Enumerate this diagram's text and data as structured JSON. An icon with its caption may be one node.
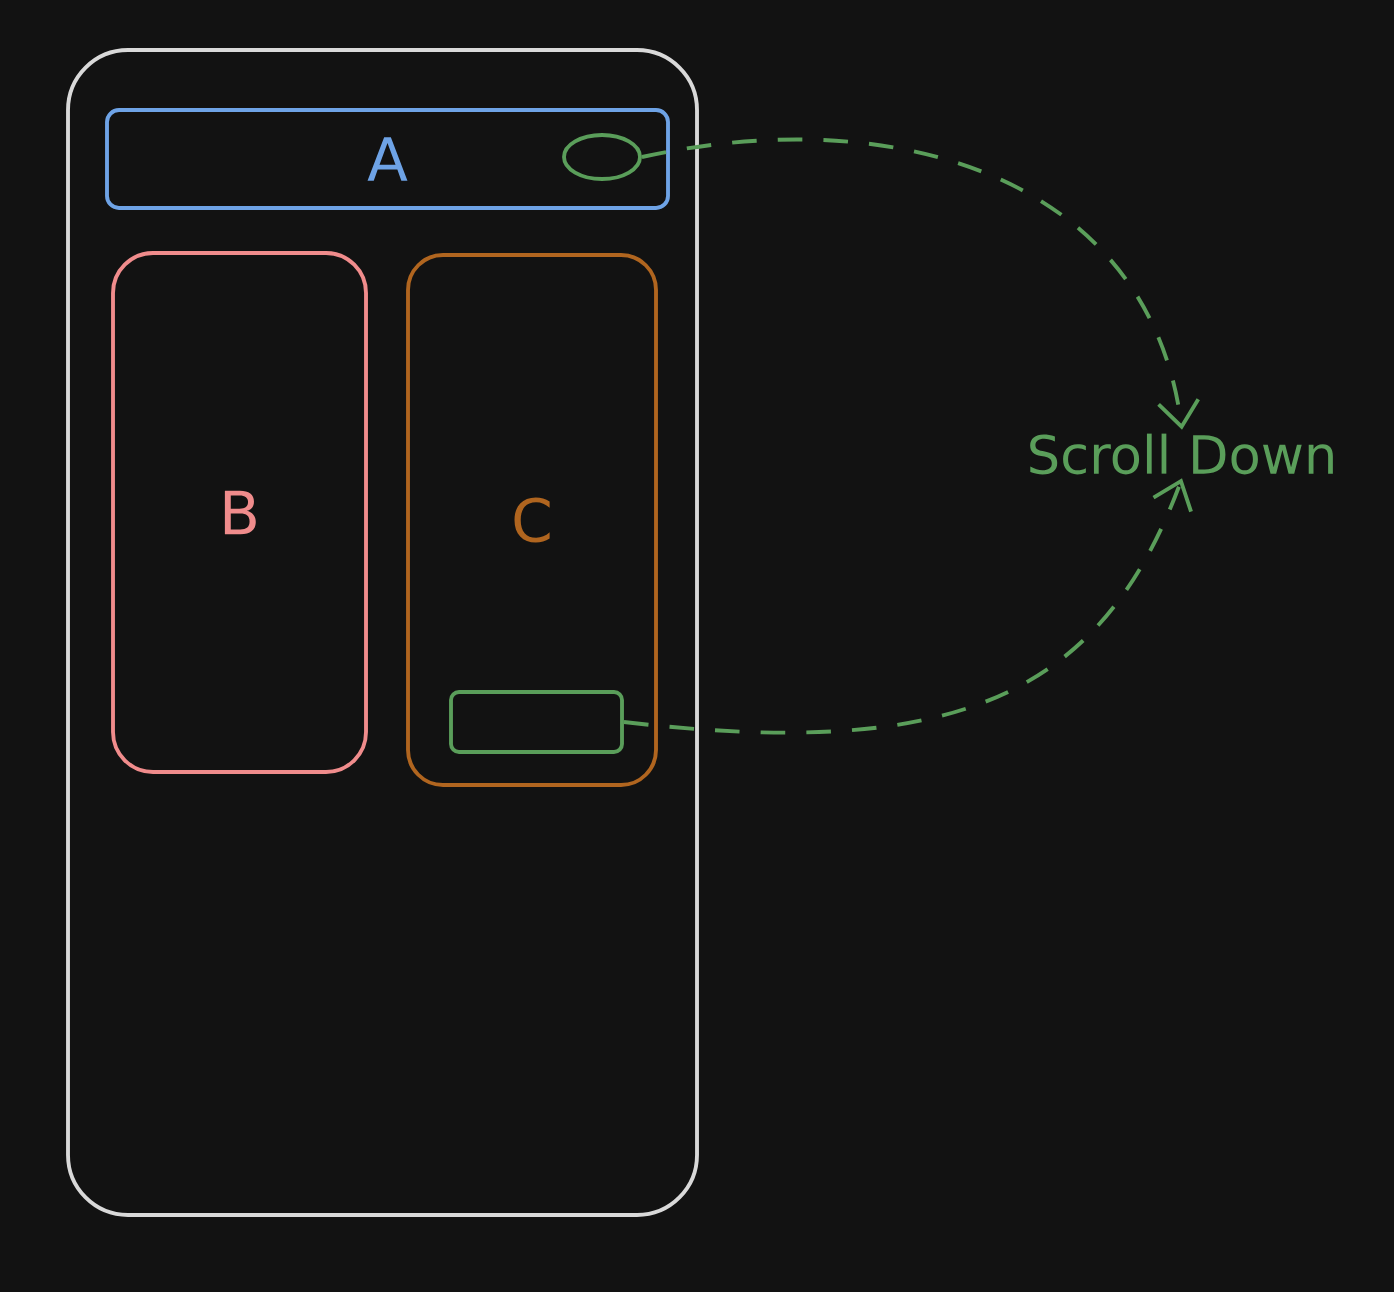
{
  "diagram": {
    "nodes": [
      {
        "text": [],
        "shape": "box"
      },
      {
        "text": [
          "A"
        ],
        "in": 0
      },
      {
        "text": [
          "B"
        ],
        "in": 0
      },
      {
        "text": [
          "C"
        ],
        "in": 0
      },
      {
        "text": [],
        "shape": "circle",
        "in": 1
      },
      {
        "text": [],
        "shape": "box",
        "in": 3
      },
      {
        "text": [
          "Scroll Down"
        ]
      }
    ],
    "edges": [
      {
        "from": 4,
        "to": 6,
        "arrow": "to",
        "style": "dashed"
      },
      {
        "from": 5,
        "to": 6,
        "arrow": "to",
        "style": "dashed"
      }
    ]
  }
}
